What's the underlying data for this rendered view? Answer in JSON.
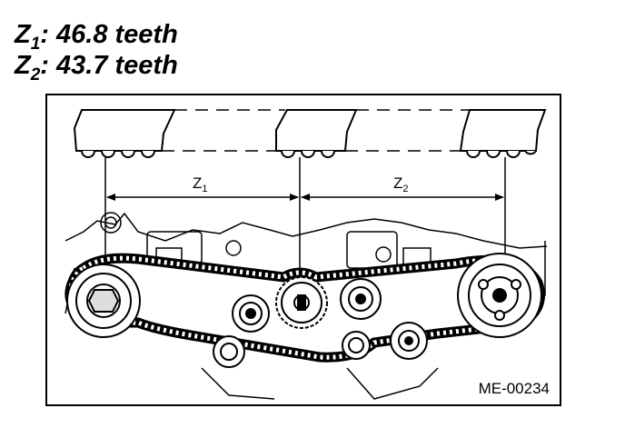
{
  "specs": [
    {
      "var": "Z",
      "sub": "1",
      "text": ": 46.8 teeth"
    },
    {
      "var": "Z",
      "sub": "2",
      "text": ": 43.7 teeth"
    }
  ],
  "diagram": {
    "dimension_labels": [
      {
        "var": "Z",
        "sub": "1"
      },
      {
        "var": "Z",
        "sub": "2"
      }
    ],
    "figure_code": "ME-00234"
  }
}
